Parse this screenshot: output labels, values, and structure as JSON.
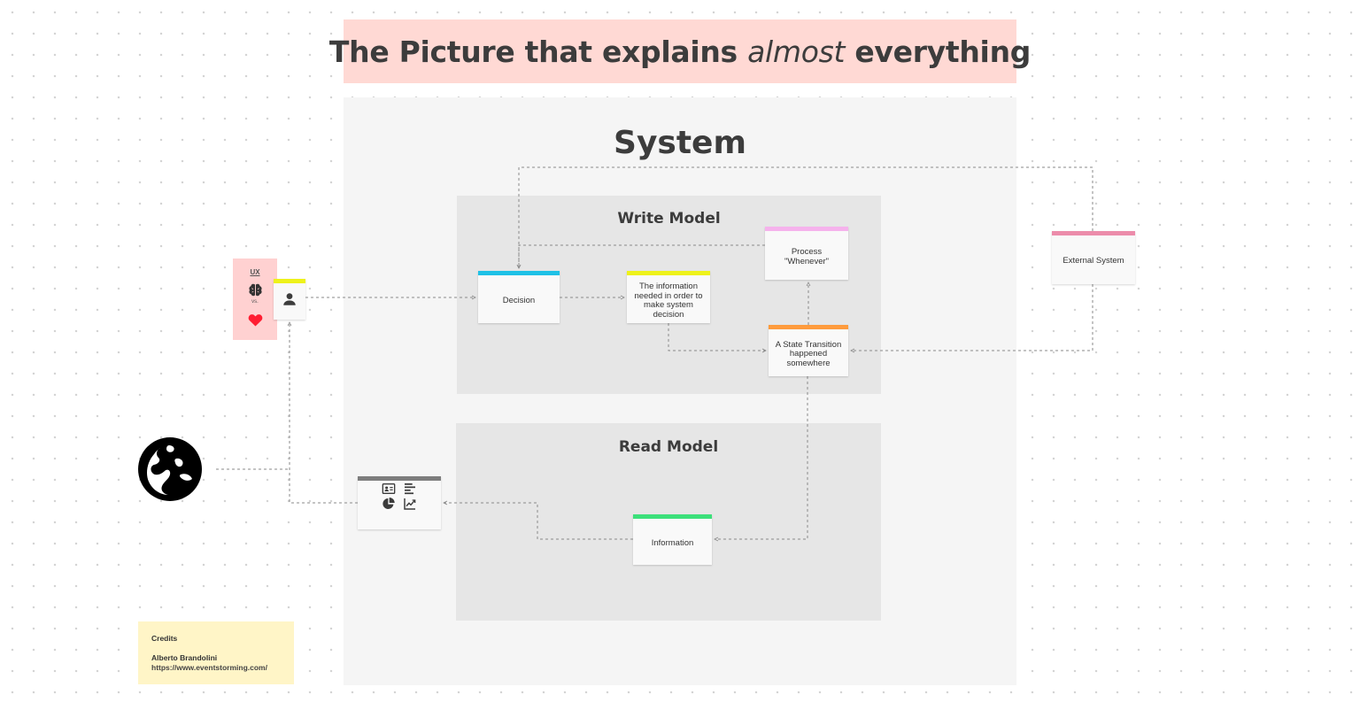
{
  "title": {
    "before": "The Picture that explains ",
    "emphasis": "almost",
    "after": " everything"
  },
  "system": {
    "label": "System"
  },
  "write_model": {
    "label": "Write Model",
    "decision": "Decision",
    "info_needed": [
      "The information",
      "needed in order to",
      "make system",
      "decision"
    ],
    "process": [
      "Process",
      "\"Whenever\""
    ],
    "state_transition": [
      "A State Transition",
      "happened",
      "somewhere"
    ]
  },
  "read_model": {
    "label": "Read Model",
    "information": "Information"
  },
  "external_system": "External System",
  "ux": {
    "label": "UX",
    "vs": "vs."
  },
  "credits": {
    "heading": "Credits",
    "author": "Alberto Brandolini",
    "url": "https://www.eventstorming.com/"
  },
  "colors": {
    "title_bg": "#ffd9d4",
    "decision": "#1ec1e6",
    "info_needed": "#eef21a",
    "process": "#f5b2ec",
    "state_transition": "#ff9b3d",
    "external_system": "#ec8cab",
    "information": "#3ce07a",
    "user": "#eef21a",
    "read_model_view": "#7d7d7d",
    "ux_bg": "#ffd1d1",
    "heart": "#ff1e32",
    "credits_bg": "#fff5c7"
  },
  "icons": {
    "ux": [
      "brain-icon",
      "heart-icon"
    ],
    "actor": "user-icon",
    "world": "globe-icon",
    "read_model_view": [
      "id-card-icon",
      "bars-icon",
      "pie-chart-icon",
      "trend-icon"
    ]
  }
}
